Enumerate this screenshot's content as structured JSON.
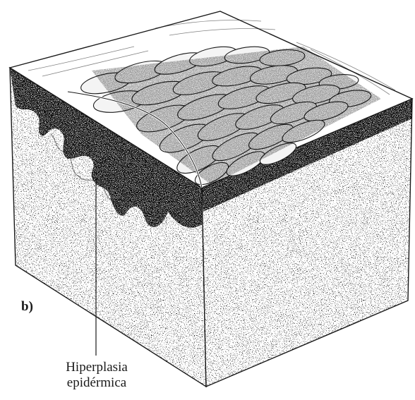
{
  "panel_label": "b)",
  "annotation": {
    "line1": "Hiperplasia",
    "line2": "epidérmica"
  },
  "colors": {
    "ink": "#1a1a1a",
    "paper": "#ffffff"
  }
}
